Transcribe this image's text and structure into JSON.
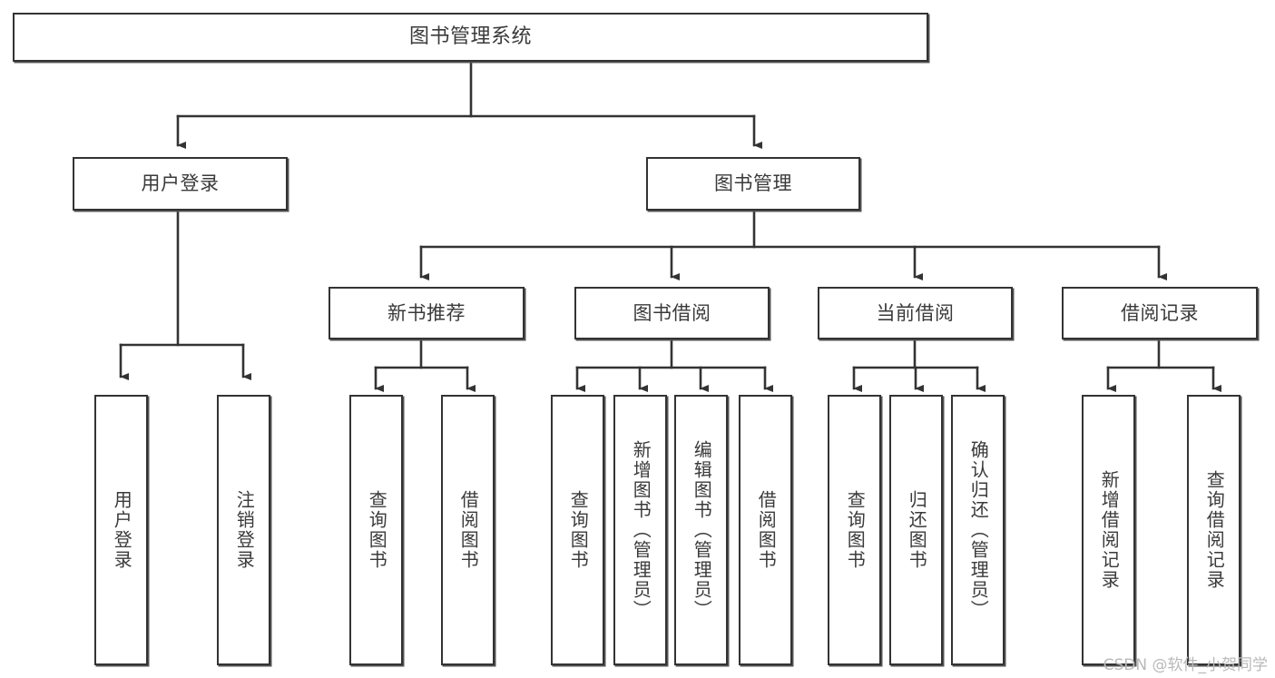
{
  "diagram": {
    "title": "图书管理系统",
    "type": "hierarchy-tree",
    "orientation": "top-down",
    "colors": {
      "box_border": "#333333",
      "box_fill": "#ffffff",
      "connector": "#333333",
      "text": "#3a3a3a",
      "watermark": "#b9b9b9",
      "background": "#ffffff"
    },
    "levels": [
      {
        "level": 1,
        "nodes": [
          {
            "id": "root",
            "label": "图书管理系统",
            "orientation": "horizontal"
          }
        ]
      },
      {
        "level": 2,
        "nodes": [
          {
            "id": "user-login",
            "label": "用户登录",
            "orientation": "horizontal",
            "parent": "root"
          },
          {
            "id": "book-manage",
            "label": "图书管理",
            "orientation": "horizontal",
            "parent": "root"
          }
        ]
      },
      {
        "level": 3,
        "nodes": [
          {
            "id": "new-book-recommend",
            "label": "新书推荐",
            "orientation": "horizontal",
            "parent": "book-manage"
          },
          {
            "id": "book-borrow",
            "label": "图书借阅",
            "orientation": "horizontal",
            "parent": "book-manage"
          },
          {
            "id": "current-borrow",
            "label": "当前借阅",
            "orientation": "horizontal",
            "parent": "book-manage"
          },
          {
            "id": "borrow-record",
            "label": "借阅记录",
            "orientation": "horizontal",
            "parent": "book-manage"
          }
        ]
      },
      {
        "level": 4,
        "nodes": [
          {
            "id": "leaf-user-login",
            "label": "用户登录",
            "orientation": "vertical",
            "parent": "user-login"
          },
          {
            "id": "leaf-logout-login",
            "label": "注销登录",
            "orientation": "vertical",
            "parent": "user-login"
          },
          {
            "id": "leaf-query-book-1",
            "label": "查询图书",
            "orientation": "vertical",
            "parent": "new-book-recommend"
          },
          {
            "id": "leaf-borrow-book-1",
            "label": "借阅图书",
            "orientation": "vertical",
            "parent": "new-book-recommend"
          },
          {
            "id": "leaf-query-book-2",
            "label": "查询图书",
            "orientation": "vertical",
            "parent": "book-borrow"
          },
          {
            "id": "leaf-add-book-admin",
            "label": "新增图书（管理员）",
            "orientation": "vertical",
            "parent": "book-borrow"
          },
          {
            "id": "leaf-edit-book-admin",
            "label": "编辑图书（管理员）",
            "orientation": "vertical",
            "parent": "book-borrow"
          },
          {
            "id": "leaf-borrow-book-2",
            "label": "借阅图书",
            "orientation": "vertical",
            "parent": "book-borrow"
          },
          {
            "id": "leaf-query-book-3",
            "label": "查询图书",
            "orientation": "vertical",
            "parent": "current-borrow"
          },
          {
            "id": "leaf-return-book",
            "label": "归还图书",
            "orientation": "vertical",
            "parent": "current-borrow"
          },
          {
            "id": "leaf-confirm-return-admin",
            "label": "确认归还（管理员）",
            "orientation": "vertical",
            "parent": "current-borrow"
          },
          {
            "id": "leaf-add-borrow-record",
            "label": "新增借阅记录",
            "orientation": "vertical",
            "parent": "borrow-record"
          },
          {
            "id": "leaf-query-borrow-record",
            "label": "查询借阅记录",
            "orientation": "vertical",
            "parent": "borrow-record"
          }
        ]
      }
    ]
  },
  "watermark": {
    "text": "CSDN @软件_小贺同学"
  }
}
